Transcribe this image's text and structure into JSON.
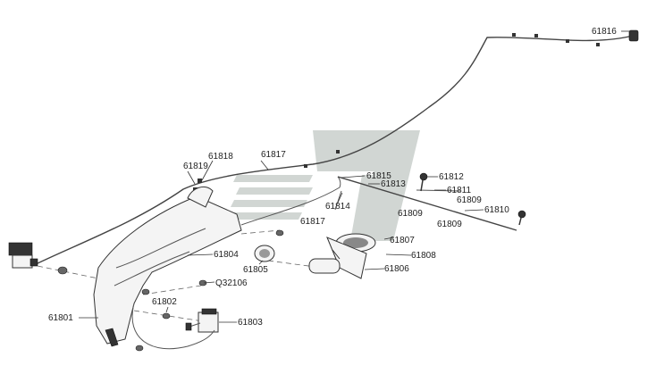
{
  "diagram": {
    "watermark_color": "#9aa6a0",
    "labels": {
      "p61816": "61816",
      "p61818": "61818",
      "p61817a": "61817",
      "p61819": "61819",
      "p61815": "61815",
      "p61813": "61813",
      "p61812": "61812",
      "p61811": "61811",
      "p61814": "61814",
      "p61809a": "61809",
      "p61809b": "61809",
      "p61810": "61810",
      "p61817b": "61817",
      "p61807": "61807",
      "p61808": "61808",
      "p61804": "61804",
      "p61806": "61806",
      "p61805": "61805",
      "pQ32106": "Q32106",
      "p61802": "61802",
      "p61801": "61801",
      "p61803": "61803"
    }
  }
}
